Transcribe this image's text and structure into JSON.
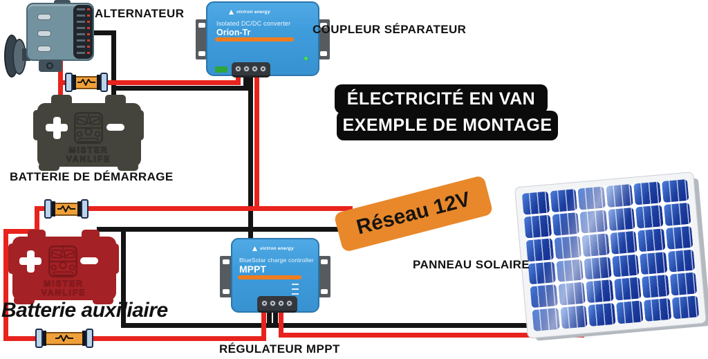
{
  "title": {
    "line1": "ÉLECTRICITÉ EN VAN",
    "line2": "EXEMPLE DE MONTAGE"
  },
  "banner": {
    "text": "Réseau 12V"
  },
  "labels": {
    "alternator": "ALTERNATEUR",
    "coupler_separator": "COUPLEUR SÉPARATEUR",
    "starter_battery": "BATTERIE DE DÉMARRAGE",
    "aux_battery": "Batterie auxiliaire",
    "solar_panel": "PANNEAU SOLAIRE",
    "mppt_regulator": "RÉGULATEUR MPPT"
  },
  "devices": {
    "orion": {
      "brand": "victron energy",
      "subtitle": "Isolated DC/DC converter",
      "model": "Orion-Tr"
    },
    "mppt": {
      "brand": "victron energy",
      "subtitle": "BlueSolar charge controller",
      "model": "MPPT"
    }
  },
  "batteries": {
    "starter": {
      "brand_line1": "MISTER",
      "brand_line2": "VANLIFE"
    },
    "aux": {
      "brand_line1": "MISTER",
      "brand_line2": "VANLIFE"
    }
  },
  "icons": {
    "plus_terminal": "plus-terminal-icon",
    "minus_terminal": "minus-terminal-icon",
    "van": "van-icon",
    "fuse": "fuse-icon",
    "victron_flame": "victron-flame-icon"
  },
  "colors": {
    "wire_red": "#e8231d",
    "wire_black": "#141414",
    "device_blue": "#3f9cdb",
    "device_accent_orange": "#f07c20",
    "banner_orange": "#e8882b",
    "starter_battery_gray": "#45443c",
    "aux_battery_red": "#a42125",
    "solar_cell_blue": "#1c3f9f",
    "fuse_body_orange": "#f0a03a",
    "fuse_cap_blue": "#bcd4ea"
  }
}
